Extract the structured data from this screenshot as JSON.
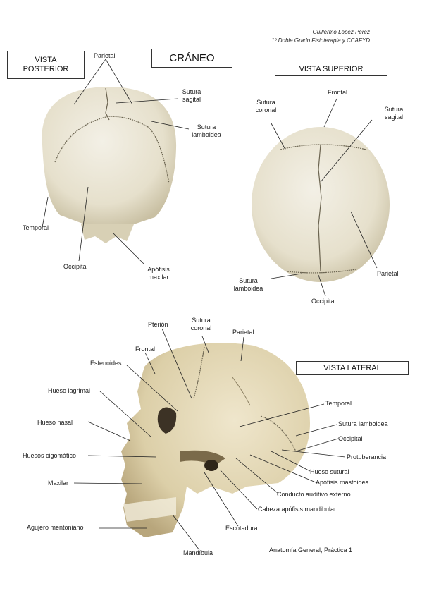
{
  "header": {
    "author": "Guillermo López Pérez",
    "course": "1º Doble Grado Fisioterapia y CCAFYD",
    "title": "CRÁNEO"
  },
  "views": {
    "posterior": "VISTA POSTERIOR",
    "superior": "VISTA SUPERIOR",
    "lateral": "VISTA LATERAL"
  },
  "posterior_labels": {
    "parietal": "Parietal",
    "sutura_sagital": "Sutura sagital",
    "sutura_lamboidea": "Sutura lamboidea",
    "temporal": "Temporal",
    "occipital": "Occipital",
    "apofisis": "Apófisis maxilar"
  },
  "superior_labels": {
    "frontal": "Frontal",
    "sutura_coronal": "Sutura coronal",
    "sutura_sagital": "Sutura sagital",
    "parietal": "Parietal",
    "sutura_lamboidea": "Sutura lamboidea",
    "occipital": "Occipital"
  },
  "lateral_labels": {
    "pterion": "Pterión",
    "sutura_coronal": "Sutura coronal",
    "parietal": "Parietal",
    "frontal": "Frontal",
    "esfenoides": "Esfenoides",
    "hueso_lagrimal": "Hueso lagrimal",
    "hueso_nasal": "Hueso nasal",
    "hueso_cigomatico": "Huesos cigomático",
    "maxilar": "Maxilar",
    "agujero_mentoniano": "Agujero mentoniano",
    "temporal": "Temporal",
    "sutura_lamboidea": "Sutura lamboidea",
    "occipital": "Occipital",
    "protuberancia": "Protuberancia",
    "hueso_sutural": "Hueso sutural",
    "apofisis_mastoidea": "Apófisis mastoidea",
    "conducto_auditivo": "Conducto auditivo externo",
    "cabeza_apofisis": "Cabeza apófisis mandibular",
    "escotadura": "Escotadura",
    "mandibula": "Mandíbula"
  },
  "footer": {
    "practice": "Anatomía General, Práctica 1"
  },
  "colors": {
    "bone": "#e9e4d3",
    "bone_shadow": "#cfc6ac",
    "suture": "#6b6450",
    "line": "#222222"
  }
}
